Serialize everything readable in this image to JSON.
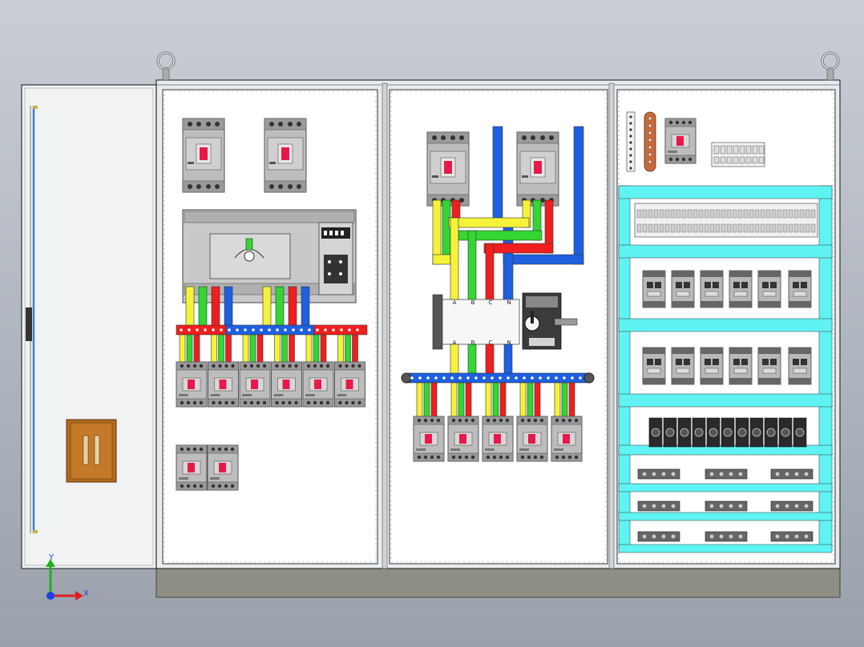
{
  "viewport": {
    "background_top": "#c9ced6",
    "background_bottom": "#9aa1ab"
  },
  "axes_triad": {
    "x_label": "X",
    "y_label": "Y",
    "x_color": "#e02020",
    "y_color": "#20b020",
    "z_color": "#2040e0"
  },
  "cabinet": {
    "frame_color": "#e9ecef",
    "panel_color": "#ffffff",
    "plinth_color": "#8e8e85",
    "door_color": "#f1f2f3",
    "mounting_rail_color": "#5ff3f3"
  },
  "busbar_colors": {
    "phase_a": "#f5f23a",
    "phase_b": "#33d633",
    "phase_c": "#f01e1e",
    "neutral": "#1f5fe0"
  },
  "breaker_colors": {
    "body": "#bdbdbd",
    "handle": "#e8194a",
    "terminal": "#3a3a3a"
  },
  "phase_marks": [
    "A",
    "B",
    "C",
    "N"
  ]
}
